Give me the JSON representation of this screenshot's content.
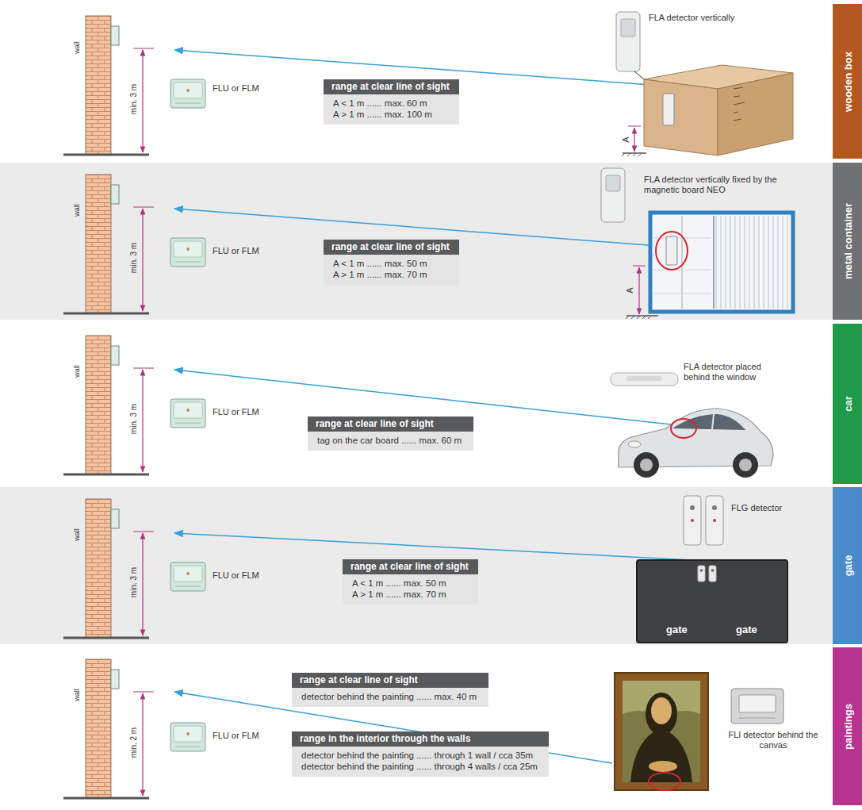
{
  "diagram": {
    "nodes": [
      {
        "text": [
          "range at clear line of sight",
          "A < 1 m ...... max. 60 m",
          "A > 1 m ...... max. 100 m"
        ]
      },
      {
        "text": [
          "wooden box"
        ]
      },
      {
        "text": [
          "range at clear line of sight",
          "A < 1 m ...... max. 50 m",
          "A > 1 m ...... max. 70 m"
        ]
      },
      {
        "text": [
          "metal container"
        ]
      },
      {
        "text": [
          "range at clear line of sight",
          "tag on the car board ...... max. 60 m"
        ]
      },
      {
        "text": [
          "car"
        ]
      },
      {
        "text": [
          "range at clear line of sight",
          "A < 1 m ...... max. 50 m",
          "A > 1 m ...... max. 70 m"
        ]
      },
      {
        "text": [
          "gate",
          "gate"
        ]
      },
      {
        "text": [
          "gate"
        ]
      },
      {
        "text": [
          "range at clear line of sight",
          "detector behind the painting ...... max. 40 m"
        ]
      },
      {
        "text": [
          "range in the interior through the walls",
          "detector behind the painting ...... through 1 wall / cca 35m",
          "detector behind the painting ...... through 4 walls / cca 25m"
        ]
      },
      {
        "text": [
          "paintings"
        ]
      }
    ],
    "labels": [
      "FLA detector vertically",
      "wall",
      "min. 3 m",
      "FLU or FLM",
      "A",
      "FLA detector vertically fixed by the magnetic board NEO",
      "wall",
      "min. 3 m",
      "FLU or FLM",
      "A",
      "FLA detector placed behind the window",
      "wall",
      "min. 3 m",
      "FLU or FLM",
      "FLG detector",
      "wall",
      "min. 3 m",
      "FLU or FLM",
      "wall",
      "min. 2 m",
      "FLU or FLM",
      "FLI detector behind the canvas"
    ]
  }
}
